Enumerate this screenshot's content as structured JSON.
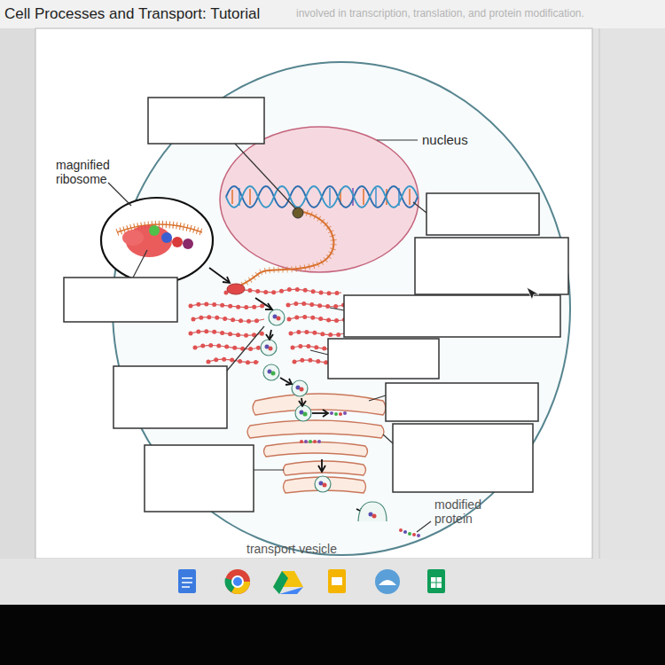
{
  "diagram": {
    "title": "Cell Processes and Transport: Tutorial",
    "labels": [
      "involved in transcription, translation, and protein modification.",
      "nucleus",
      "magnified ribosome",
      "modified protein",
      "transport vesicle"
    ]
  }
}
